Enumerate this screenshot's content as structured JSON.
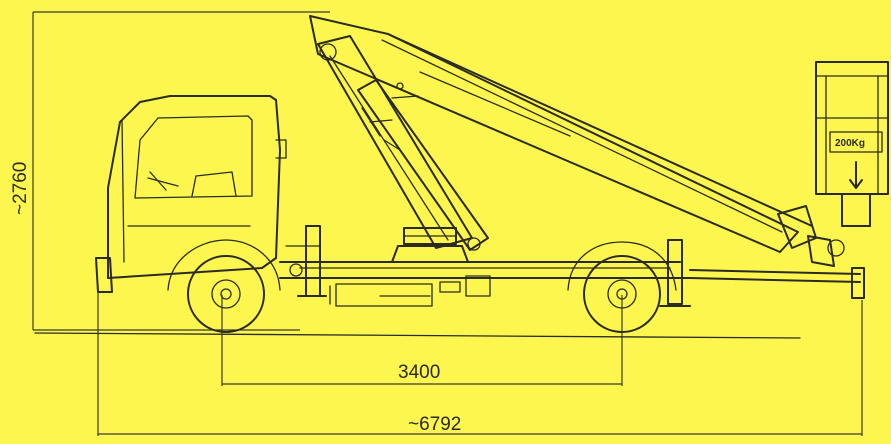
{
  "dimensions": {
    "height_label": "~2760",
    "wheelbase_label": "3400",
    "length_label": "~6792"
  },
  "basket": {
    "capacity_label": "200Kg"
  },
  "colors": {
    "background": "#fdf64e",
    "line": "#2b2b24"
  }
}
